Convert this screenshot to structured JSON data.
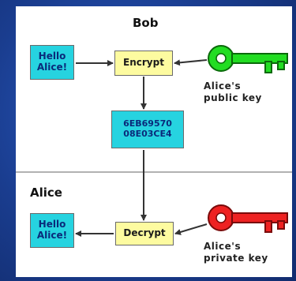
{
  "sections": {
    "top_label": "Bob",
    "bottom_label": "Alice"
  },
  "nodes": {
    "plaintext_top": [
      "Hello",
      "Alice!"
    ],
    "encrypt": "Encrypt",
    "ciphertext": [
      "6EB69570",
      "08E03CE4"
    ],
    "plaintext_bottom": [
      "Hello",
      "Alice!"
    ],
    "decrypt": "Decrypt"
  },
  "keys": {
    "public": {
      "line1": "Alice's",
      "line2": "public key",
      "color": "#22dd22"
    },
    "private": {
      "line1": "Alice's",
      "line2": "private key",
      "color": "#ee2222"
    }
  },
  "colors": {
    "plaintext_fill": "#26d3e0",
    "process_fill": "#fdfba0",
    "background": "#1a3d8f",
    "divider": "#999999"
  }
}
